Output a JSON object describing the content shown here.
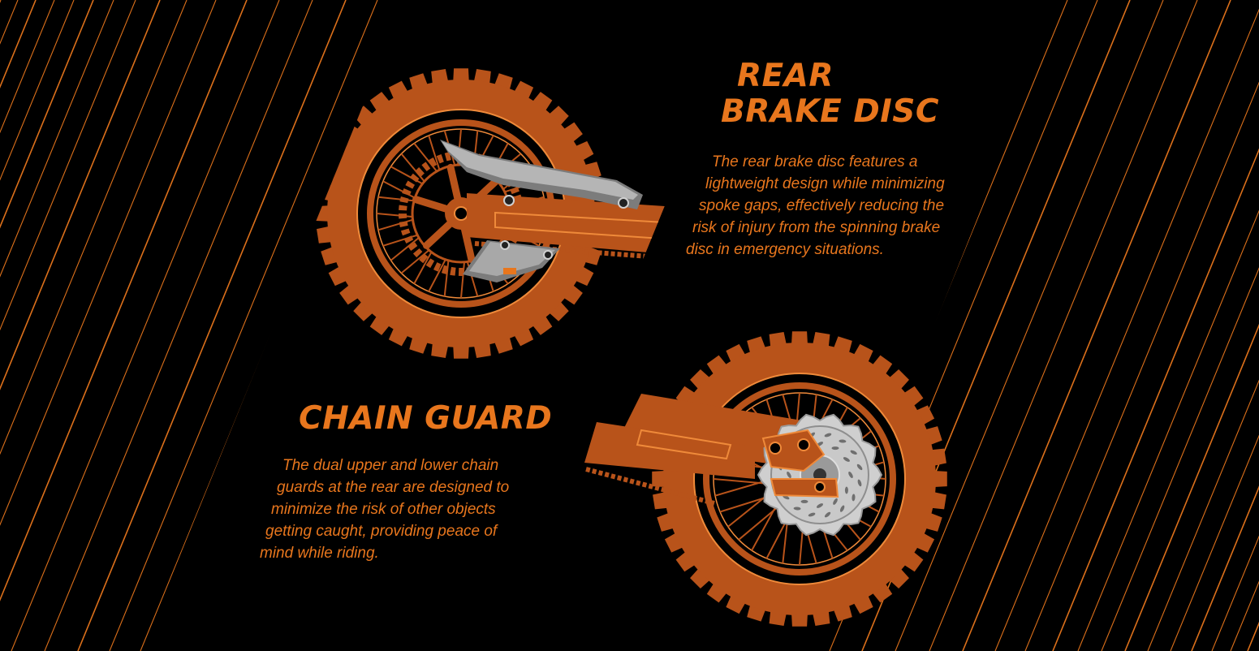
{
  "theme": {
    "background": "#000000",
    "accent": "#e8761d",
    "wheel_fill": "#b8531a",
    "wheel_line": "#ef8a3a",
    "metal": "#9a9a9a",
    "text_color": "#e8761d"
  },
  "rear_brake": {
    "title_lines": [
      "REAR",
      "BRAKE DISC"
    ],
    "body_lines": [
      "The rear brake disc features a",
      "lightweight design while minimizing",
      "spoke gaps, effectively reducing the",
      "risk of injury from the spinning brake",
      "disc in emergency situations."
    ]
  },
  "chain_guard": {
    "title_lines": [
      "CHAIN GUARD"
    ],
    "body_lines": [
      "The dual upper and lower chain",
      "guards at the rear are designed to",
      "minimize the risk of other objects",
      "getting caught, providing peace of",
      "mind while riding."
    ]
  },
  "illustrations": {
    "chain_wheel_icon": "rear-wheel-chain-guard-illustration",
    "brake_wheel_icon": "rear-wheel-brake-disc-illustration"
  }
}
